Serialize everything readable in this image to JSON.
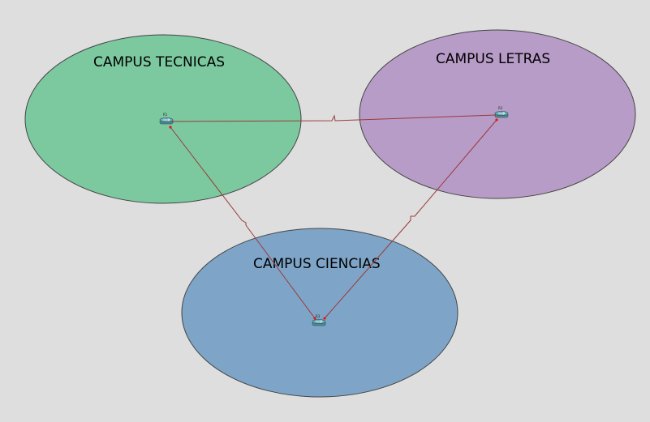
{
  "diagram": {
    "campuses": [
      {
        "id": "tecnicas",
        "label": "CAMPUS TECNICAS",
        "color": "#7cc9a0"
      },
      {
        "id": "letras",
        "label": "CAMPUS LETRAS",
        "color": "#b89cc8"
      },
      {
        "id": "ciencias",
        "label": "CAMPUS CIENCIAS",
        "color": "#7ea5c8"
      }
    ],
    "routers": [
      {
        "id": "router-tecnicas",
        "icon": "router-icon",
        "tag": "R1",
        "color": "#4e8a94"
      },
      {
        "id": "router-letras",
        "icon": "router-icon",
        "tag": "R2",
        "color": "#4e8a94"
      },
      {
        "id": "router-ciencias",
        "icon": "router-icon",
        "tag": "R3",
        "color": "#4e8a94"
      }
    ],
    "links": [
      {
        "from": "router-tecnicas",
        "to": "router-letras",
        "type": "serial",
        "color": "#9a3a3a"
      },
      {
        "from": "router-tecnicas",
        "to": "router-ciencias",
        "type": "serial",
        "color": "#9a3a3a"
      },
      {
        "from": "router-letras",
        "to": "router-ciencias",
        "type": "serial",
        "color": "#9a3a3a"
      }
    ],
    "port_indicator_color": "#e01818",
    "background_color": "#dedede"
  }
}
